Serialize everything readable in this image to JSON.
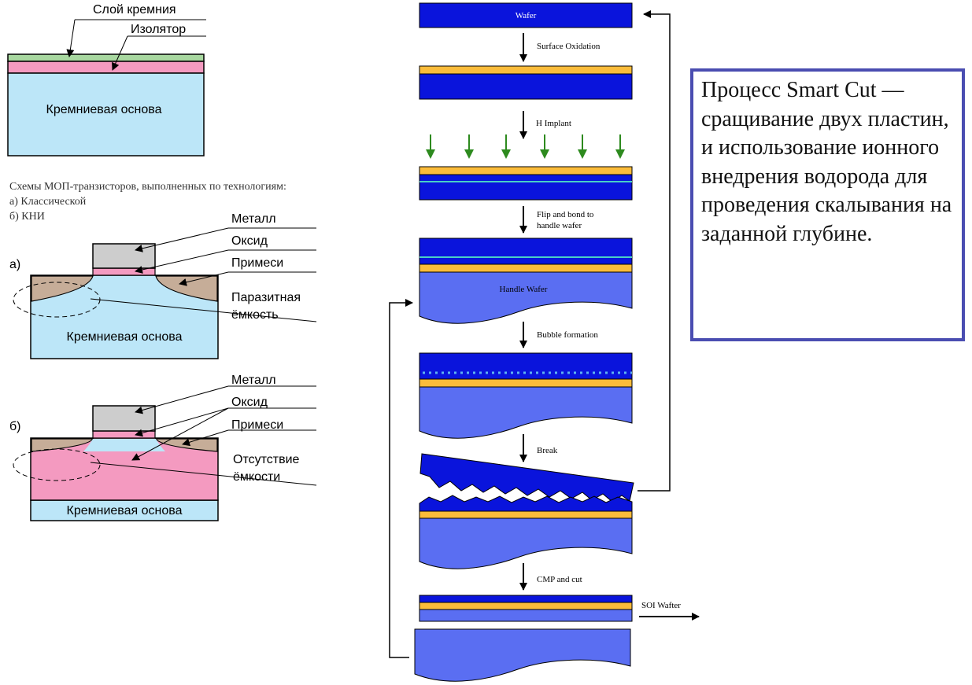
{
  "soi_structure": {
    "silicon_layer_label": "Слой кремния",
    "insulator_label": "Изолятор",
    "substrate_label": "Кремниевая основа"
  },
  "caption": {
    "line1": "Схемы МОП-транзисторов, выполненных по технологиям:",
    "line2": "а) Классической",
    "line3": "б) КНИ"
  },
  "mos_classic": {
    "letter": "а)",
    "metal": "Металл",
    "oxide": "Оксид",
    "dopants": "Примеси",
    "parasitic_1": "Паразитная",
    "parasitic_2": "ёмкость",
    "substrate": "Кремниевая основа"
  },
  "mos_soi": {
    "letter": "б)",
    "metal": "Металл",
    "oxide": "Оксид",
    "dopants": "Примеси",
    "absence_1": "Отсутствие",
    "absence_2": "ёмкости",
    "substrate": "Кремниевая основа"
  },
  "smart_cut": {
    "wafer": "Wafer",
    "step_oxidation": "Surface Oxidation",
    "step_implant": "H Implant",
    "step_flip_1": "Flip and bond to",
    "step_flip_2": "handle wafer",
    "handle_wafer": "Handle Wafer",
    "step_bubble": "Bubble formation",
    "step_break": "Break",
    "step_cmp": "CMP and cut",
    "soi_wafer": "SOI Wafter"
  },
  "description": {
    "text": "Процесс Smart Cut — сращивание двух пластин, и использование ионного внедрения водорода для проведения скалывания на заданной глубине."
  },
  "colors": {
    "silicon_green": "#a8d8a0",
    "insulator_pink": "#f49ac0",
    "substrate_blue": "#bce6f8",
    "metal_gray": "#cdcdcd",
    "dopant_tan": "#c6ad98",
    "wafer_blue": "#0a14dc",
    "handle_blue": "#5a6ef2",
    "oxide_orange": "#fbbc3a",
    "implant_green": "#2d8a1e",
    "callout_border": "#4a4db1"
  }
}
